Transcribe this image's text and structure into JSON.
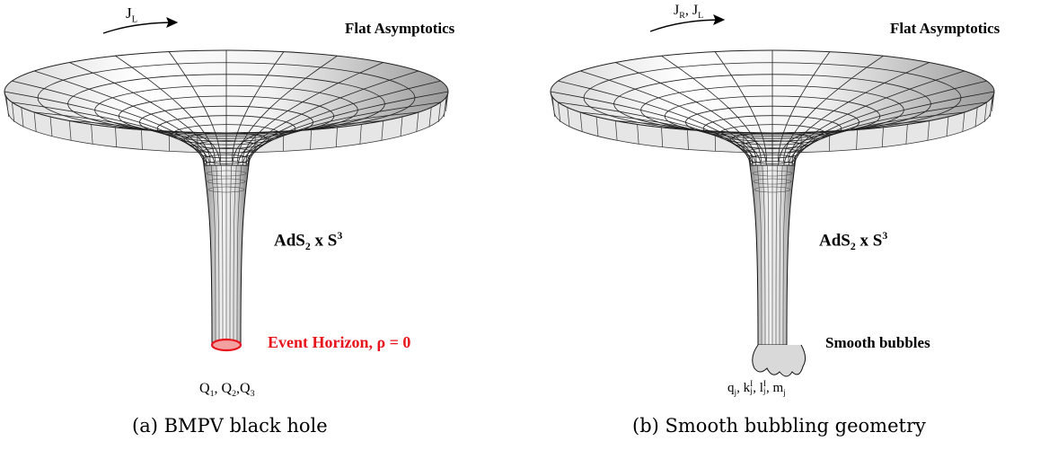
{
  "panel_a": {
    "spin_label": "J",
    "spin_sub": "L",
    "asymptotics_label": "Flat Asymptotics",
    "throat_label": {
      "pre": "AdS",
      "sub": "2",
      "mid": " x S",
      "sup": "3"
    },
    "horizon_label": "Event Horizon, ρ = 0",
    "charges_label": {
      "q1": "Q",
      "s1": "1",
      "q2": ", Q",
      "s2": "2",
      "q3": ",Q",
      "s3": "3"
    },
    "caption": "(a) BMPV black hole",
    "horizon_color": "#e8141c"
  },
  "panel_b": {
    "spin_label": {
      "a": "J",
      "a_sub": "R",
      "b": ", J",
      "b_sub": "L"
    },
    "asymptotics_label": "Flat Asymptotics",
    "throat_label": {
      "pre": "AdS",
      "sub": "2",
      "mid": " x S",
      "sup": "3"
    },
    "bubbles_label": "Smooth bubbles",
    "charges_label": "q_j, k_j^I, l_j^I, m_j",
    "caption": "(b) Smooth bubbling geometry"
  }
}
